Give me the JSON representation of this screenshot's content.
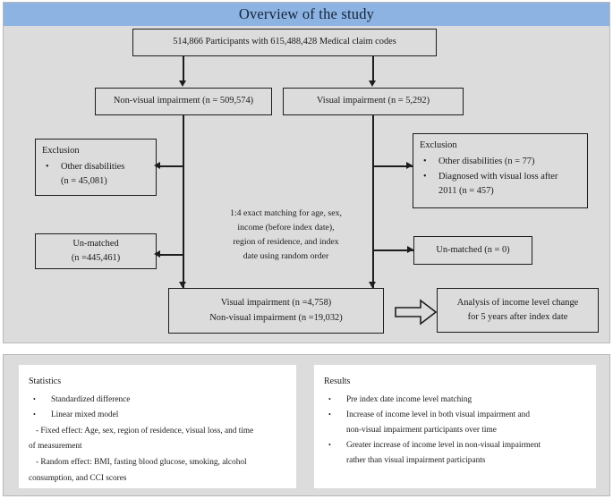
{
  "title": "Overview of the study",
  "flow": {
    "top_box": {
      "line1": "514,866 Participants with 615,488,428 Medical claim codes"
    },
    "nonvisual_box": {
      "line1": "Non-visual impairment (n = 509,574)"
    },
    "visual_box": {
      "line1": "Visual impairment (n = 5,292)"
    },
    "exclusion_left": {
      "header": "Exclusion",
      "items": [
        {
          "main": "Other disabilities",
          "sub": "(n = 45,081)"
        }
      ]
    },
    "exclusion_right": {
      "header": "Exclusion",
      "items": [
        {
          "main": "Other disabilities (n = 77)",
          "sub": ""
        },
        {
          "main": "Diagnosed with visual loss after",
          "sub": "2011 (n = 457)"
        }
      ]
    },
    "unmatched_left": {
      "line1": "Un-matched",
      "line2": "(n =445,461)"
    },
    "unmatched_right": {
      "line1": "Un-matched (n = 0)"
    },
    "match_note": [
      "1:4 exact matching for age, sex,",
      "income (before index date),",
      "region of residence, and index",
      "date using random order"
    ],
    "final_box": {
      "line1": "Visual impairment (n =4,758)",
      "line2": "Non-visual impairment (n =19,032)"
    },
    "analysis_box": {
      "line1": "Analysis of income level change",
      "line2": "for 5 years after index date"
    }
  },
  "summary": {
    "statistics": {
      "title": "Statistics",
      "bullets": [
        "Standardized difference",
        "Linear mixed model"
      ],
      "notes": [
        "- Fixed effect:  Age, sex, region of residence, visual loss, and time",
        "of measurement",
        " - Random effect: BMI, fasting blood glucose, smoking, alcohol",
        "consumption,  and CCI scores"
      ]
    },
    "results": {
      "title": "Results",
      "bullets": [
        {
          "line1": "Pre index date income level matching",
          "line2": ""
        },
        {
          "line1": "Increase of income level in both visual impairment and",
          "line2": "non-visual impairment participants over time"
        },
        {
          "line1": "Greater increase of income level in non-visual impairment",
          "line2": "rather than visual impairment participants"
        }
      ]
    }
  },
  "glyphs": {
    "bullet": "•"
  },
  "colors": {
    "header_blue": "#8cb3e2",
    "panel_grey": "#dcdcdc",
    "card_white": "#ffffff",
    "stroke": "#1d1d1d"
  }
}
